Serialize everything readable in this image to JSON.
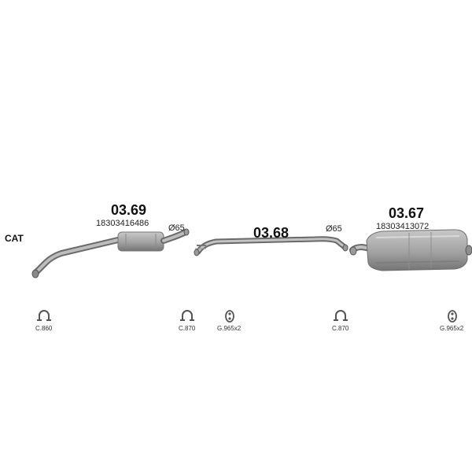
{
  "start_label": "CAT",
  "parts": [
    {
      "code": "03.69",
      "oem": "18303416486",
      "diameter": "Ø65"
    },
    {
      "code": "03.68",
      "diameter": "Ø65"
    },
    {
      "code": "03.67",
      "oem": "18303413072"
    }
  ],
  "accessories": [
    {
      "label": "C.860",
      "icon": "clamp-icon"
    },
    {
      "label": "C.870",
      "icon": "clamp-icon"
    },
    {
      "label": "G.965x2",
      "icon": "rubber-hanger-icon"
    },
    {
      "label": "C.870",
      "icon": "clamp-icon"
    },
    {
      "label": "G.965x2",
      "icon": "rubber-hanger-icon"
    }
  ],
  "colors": {
    "pipe": "#9a9a9a",
    "pipe_dark": "#6c6c6c",
    "pipe_light": "#c9c9c9"
  }
}
